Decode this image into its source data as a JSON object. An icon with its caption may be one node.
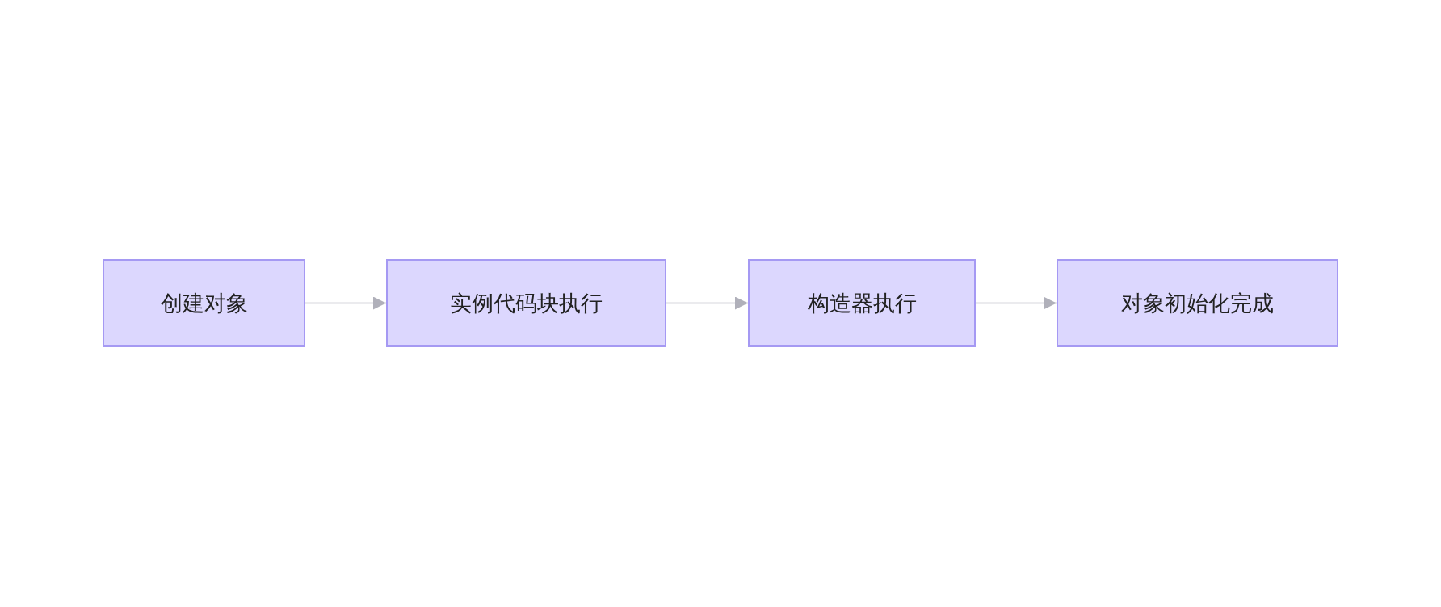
{
  "diagram": {
    "nodes": [
      {
        "text": [
          "创建对象"
        ]
      },
      {
        "text": [
          "实例代码块执行"
        ]
      },
      {
        "text": [
          "构造器执行"
        ]
      },
      {
        "text": [
          "对象初始化完成"
        ]
      }
    ],
    "edges": [
      {
        "from": 0,
        "to": 1,
        "arrow": "to"
      },
      {
        "from": 1,
        "to": 2,
        "arrow": "to"
      },
      {
        "from": 2,
        "to": 3,
        "arrow": "to"
      }
    ]
  }
}
